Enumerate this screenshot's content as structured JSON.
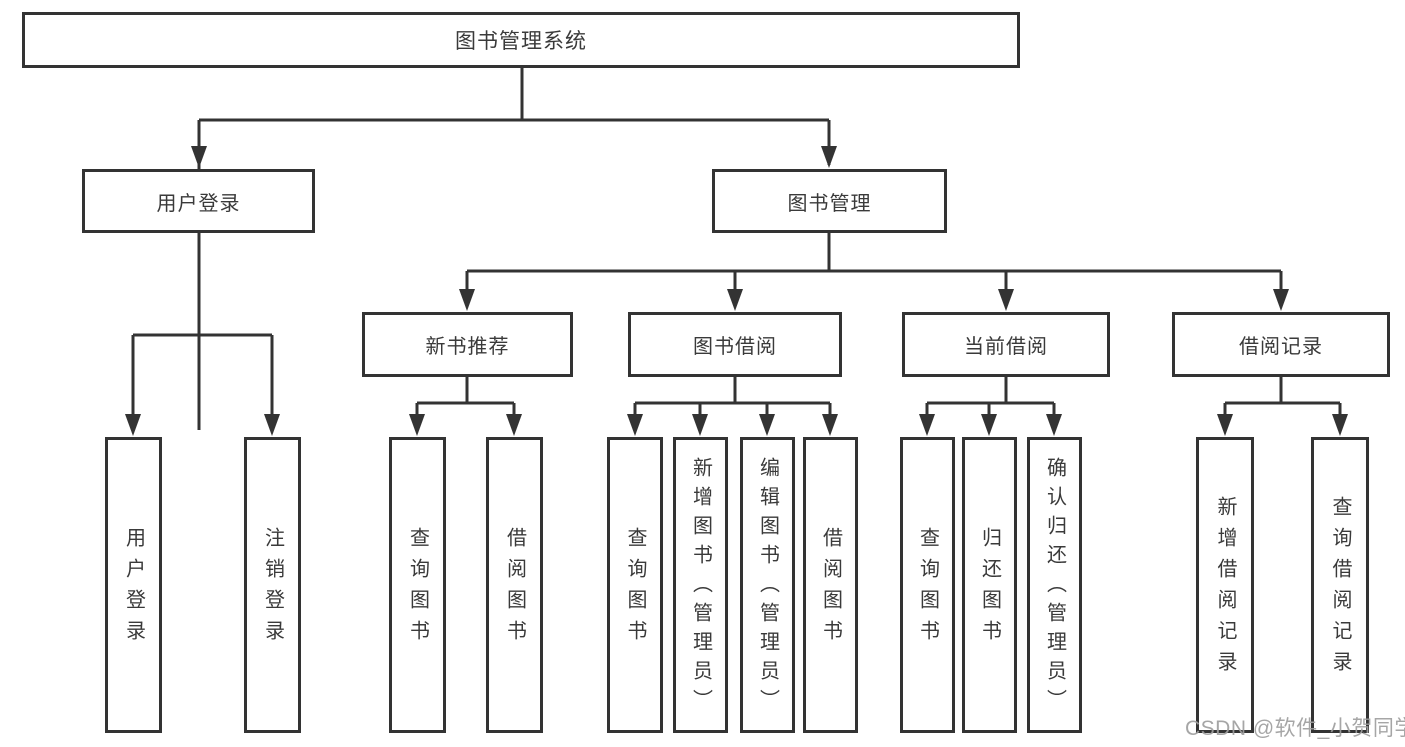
{
  "diagram": {
    "root": {
      "label": "图书管理系统"
    },
    "user_login": {
      "label": "用户登录",
      "children": [
        {
          "label": "用户登录"
        },
        {
          "label": "注销登录"
        }
      ]
    },
    "book_management": {
      "label": "图书管理",
      "groups": [
        {
          "label": "新书推荐",
          "children": [
            {
              "label": "查询图书"
            },
            {
              "label": "借阅图书"
            }
          ]
        },
        {
          "label": "图书借阅",
          "children": [
            {
              "label": "查询图书"
            },
            {
              "label": "新增图书（管理员）"
            },
            {
              "label": "编辑图书（管理员）"
            },
            {
              "label": "借阅图书"
            }
          ]
        },
        {
          "label": "当前借阅",
          "children": [
            {
              "label": "查询图书"
            },
            {
              "label": "归还图书"
            },
            {
              "label": "确认归还（管理员）"
            }
          ]
        },
        {
          "label": "借阅记录",
          "children": [
            {
              "label": "新增借阅记录"
            },
            {
              "label": "查询借阅记录"
            }
          ]
        }
      ]
    },
    "watermark": "CSDN @软件_小贺同学",
    "colors": {
      "line": "#333333",
      "text": "#3a3a3a",
      "background": "#ffffff",
      "watermark": "#9e9e9e"
    }
  }
}
